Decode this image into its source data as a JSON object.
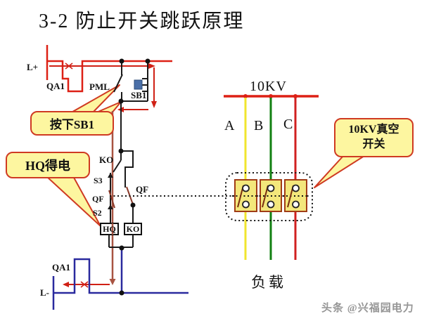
{
  "title": "3-2  防止开关跳跃原理",
  "control": {
    "labels": {
      "l_plus": "L+",
      "qa1_top": "QA1",
      "pml": "PML",
      "sb1": "SB1",
      "ko_contact": "KO",
      "s3": "S3",
      "qf_left": "QF",
      "s2": "S2",
      "qf_right": "QF",
      "hq_coil": "HQ",
      "ko_coil": "KO",
      "qa1_bottom": "QA1",
      "l_minus": "L-"
    }
  },
  "power": {
    "bus_label": "10KV",
    "phase_a": "A",
    "phase_b": "B",
    "phase_c": "C",
    "load_label": "负载"
  },
  "callouts": {
    "press_sb1": "按下SB1",
    "hq_energized": "HQ得电",
    "vacuum_switch_line1": "10KV真空",
    "vacuum_switch_line2": "开关"
  },
  "watermark": "头条 @兴福园电力",
  "colors": {
    "circuit_red": "#dd2015",
    "flow_brown": "#a85442",
    "circuit_black": "#1a1a1a",
    "negative_blue": "#2a2a9e",
    "phase_a_yellow": "#f0e52e",
    "phase_b_green": "#128012",
    "phase_c_red": "#d02020",
    "callout_fill": "#fdf6a0",
    "callout_border": "#cf3a22",
    "cell_fill": "#f3e77b",
    "cell_border": "#a03c16",
    "button_blue": "#4a6fa8",
    "watermark_gray": "#969696"
  }
}
